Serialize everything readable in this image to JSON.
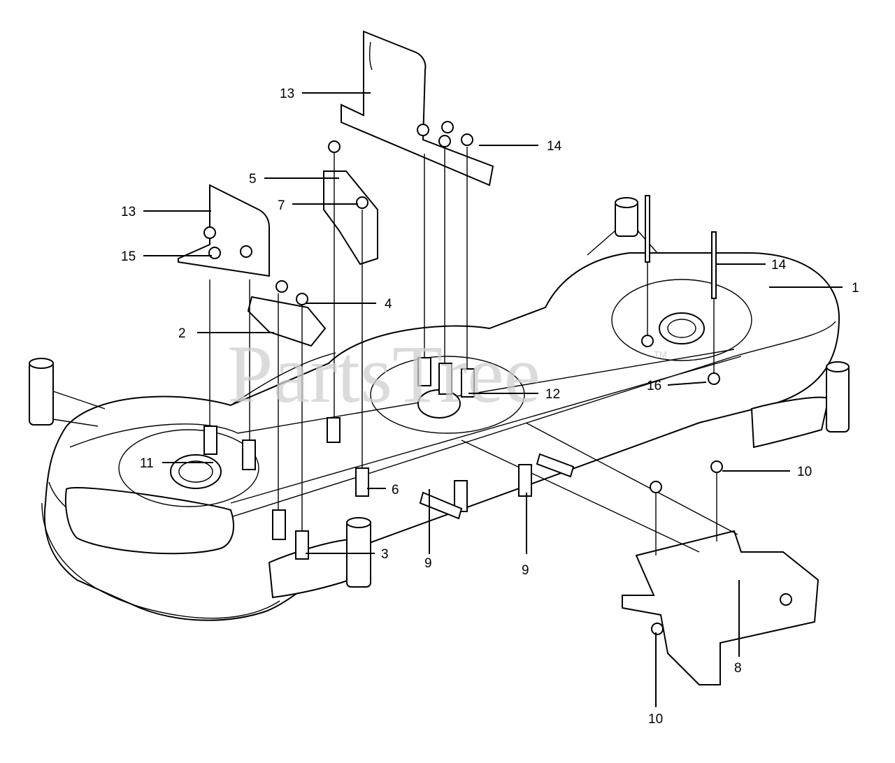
{
  "diagram": {
    "watermark": "PartsTree",
    "watermark_tm": "TM",
    "callouts": [
      {
        "id": "c1",
        "label": "1"
      },
      {
        "id": "c2",
        "label": "2"
      },
      {
        "id": "c3",
        "label": "3"
      },
      {
        "id": "c4",
        "label": "4"
      },
      {
        "id": "c5",
        "label": "5"
      },
      {
        "id": "c6",
        "label": "6"
      },
      {
        "id": "c7",
        "label": "7"
      },
      {
        "id": "c8",
        "label": "8"
      },
      {
        "id": "c9a",
        "label": "9"
      },
      {
        "id": "c9b",
        "label": "9"
      },
      {
        "id": "c10a",
        "label": "10"
      },
      {
        "id": "c10b",
        "label": "10"
      },
      {
        "id": "c11",
        "label": "11"
      },
      {
        "id": "c12",
        "label": "12"
      },
      {
        "id": "c13a",
        "label": "13"
      },
      {
        "id": "c13b",
        "label": "13"
      },
      {
        "id": "c14a",
        "label": "14"
      },
      {
        "id": "c14b",
        "label": "14"
      },
      {
        "id": "c15",
        "label": "15"
      },
      {
        "id": "c16",
        "label": "16"
      }
    ]
  }
}
